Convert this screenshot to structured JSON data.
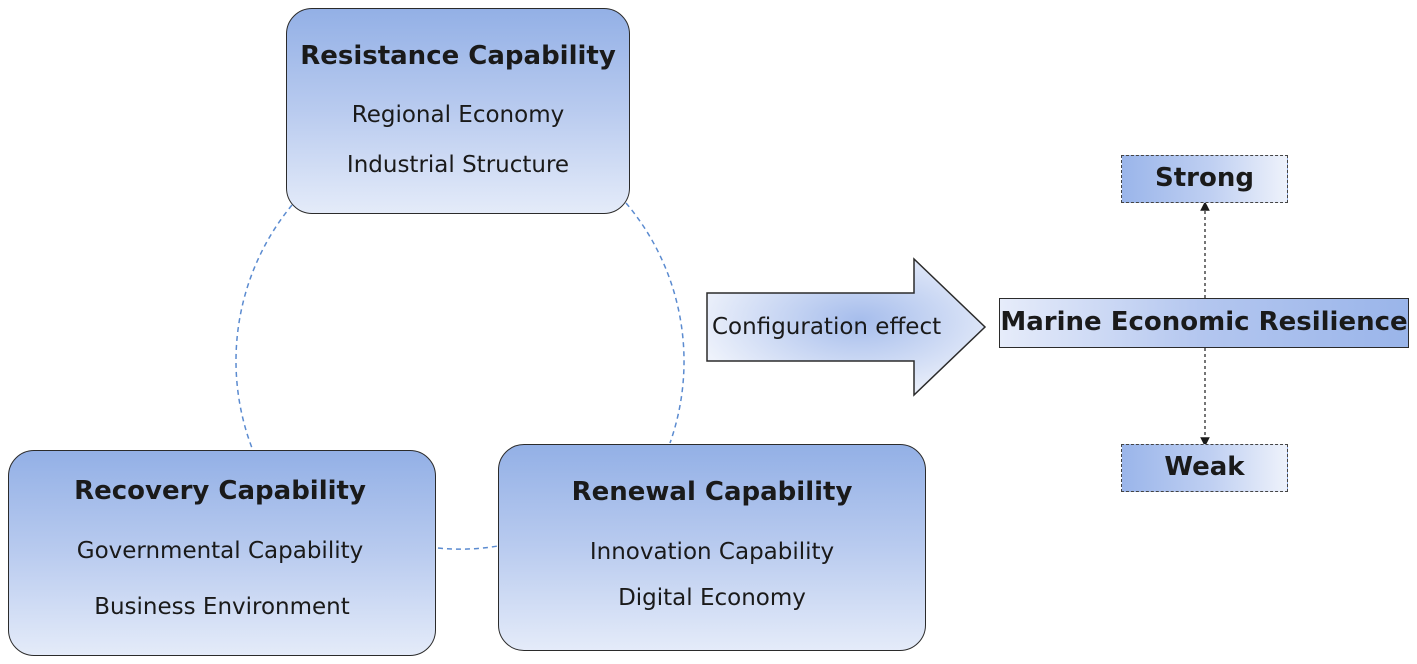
{
  "capabilities": {
    "resistance": {
      "title": "Resistance Capability",
      "items": [
        "Regional Economy",
        "Industrial Structure"
      ]
    },
    "recovery": {
      "title": "Recovery Capability",
      "items": [
        "Governmental Capability",
        "Business Environment"
      ]
    },
    "renewal": {
      "title": "Renewal Capability",
      "items": [
        "Innovation Capability",
        "Digital Economy"
      ]
    }
  },
  "arrow": {
    "label": "Configuration effect"
  },
  "outcome": {
    "title": "Marine Economic Resilience",
    "high": "Strong",
    "low": "Weak"
  },
  "colors": {
    "box_blue": "#93b0e6",
    "box_light": "#e4ebf9",
    "dashed_circle": "#5b8bd0",
    "border": "#2b2b2b"
  }
}
